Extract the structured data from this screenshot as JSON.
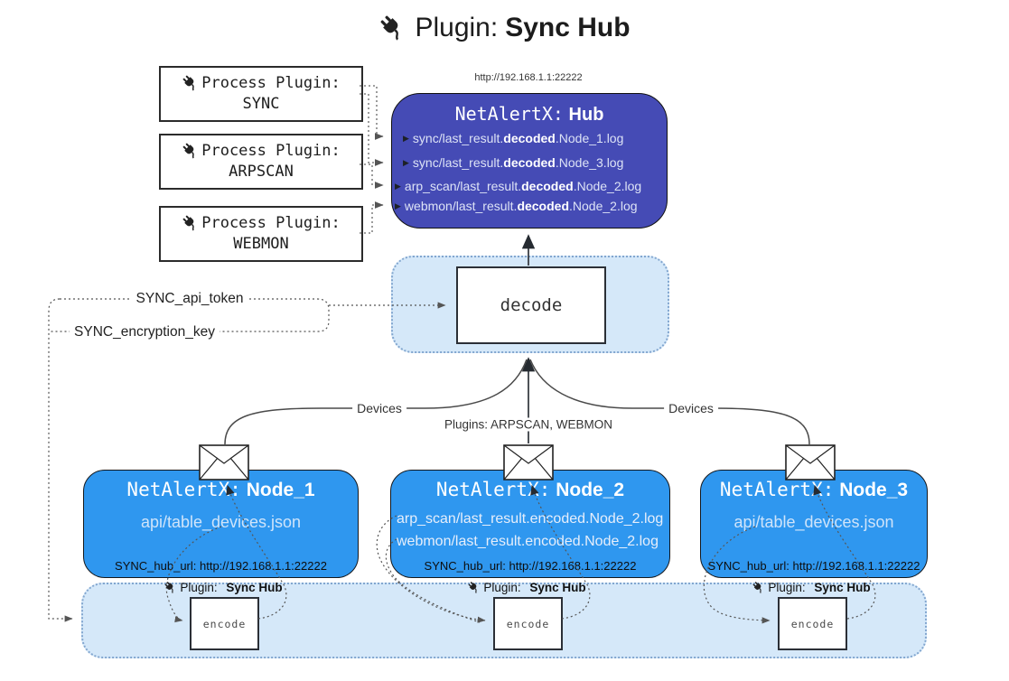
{
  "title": {
    "prefix": "Plugin:",
    "bold": "Sync Hub"
  },
  "process_plugins": [
    {
      "label": "Process Plugin:",
      "name": "SYNC"
    },
    {
      "label": "Process Plugin:",
      "name": "ARPSCAN"
    },
    {
      "label": "Process Plugin:",
      "name": "WEBMON"
    }
  ],
  "hub": {
    "url": "http://192.168.1.1:22222",
    "title_prefix": "NetAlertX:",
    "title_bold": "Hub",
    "lines": [
      {
        "pre": "sync/last_result.",
        "bold": "decoded",
        "post": ".Node_1.log"
      },
      {
        "pre": "sync/last_result.",
        "bold": "decoded",
        "post": ".Node_3.log"
      },
      {
        "pre": "arp_scan/last_result.",
        "bold": "decoded",
        "post": ".Node_2.log"
      },
      {
        "pre": "webmon/last_result.",
        "bold": "decoded",
        "post": ".Node_2.log"
      }
    ]
  },
  "decode": {
    "label": "decode"
  },
  "secrets": {
    "api_token": "SYNC_api_token",
    "encryption_key": "SYNC_encryption_key"
  },
  "edges": {
    "devices_left": "Devices",
    "plugins_label": "Plugins: ARPSCAN, WEBMON",
    "devices_right": "Devices"
  },
  "nodes": [
    {
      "title_prefix": "NetAlertX:",
      "title_bold": "Node_1",
      "lines": [
        "api/table_devices.json"
      ],
      "footer": "SYNC_hub_url: http://192.168.1.1:22222"
    },
    {
      "title_prefix": "NetAlertX:",
      "title_bold": "Node_2",
      "lines": [
        "arp_scan/last_result.encoded.Node_2.log",
        "webmon/last_result.encoded.Node_2.log"
      ],
      "footer": "SYNC_hub_url: http://192.168.1.1:22222"
    },
    {
      "title_prefix": "NetAlertX:",
      "title_bold": "Node_3",
      "lines": [
        "api/table_devices.json"
      ],
      "footer": "SYNC_hub_url: http://192.168.1.1:22222"
    }
  ],
  "encoders": [
    {
      "label_prefix": "Plugin:",
      "label_bold": "Sync Hub",
      "box": "encode"
    },
    {
      "label_prefix": "Plugin:",
      "label_bold": "Sync Hub",
      "box": "encode"
    },
    {
      "label_prefix": "Plugin:",
      "label_bold": "Sync Hub",
      "box": "encode"
    }
  ],
  "icons": {
    "triangle_right": "▶"
  },
  "colors": {
    "hub_bg": "#454bb5",
    "hub_text": "#dde3f6",
    "node_bg": "#2f97ef",
    "panel_bg": "#d5e8f9",
    "panel_border": "#82a6cf",
    "line_gray": "#4a4a4a",
    "dot_gray": "#555555"
  }
}
